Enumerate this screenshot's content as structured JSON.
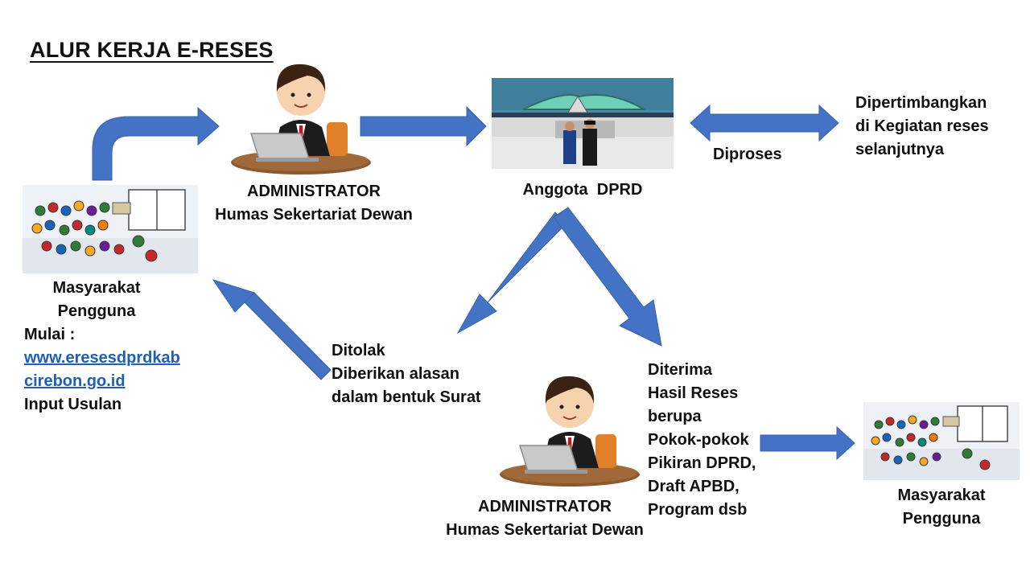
{
  "title": "ALUR KERJA E-RESES",
  "colors": {
    "arrow": "#4472c4",
    "link": "#1f5fb8"
  },
  "masyarakat_left": {
    "label_1": "Masyarakat",
    "label_2": "Pengguna",
    "mulai": "Mulai :",
    "url_1": "www.eresesdprdkab",
    "url_2": "cirebon.go.id",
    "input": "Input Usulan"
  },
  "admin_top": {
    "role": "ADMINISTRATOR",
    "unit": "Humas Sekertariat Dewan"
  },
  "dprd": {
    "label": "Anggota  DPRD"
  },
  "diproses": "Diproses",
  "dipertimbangkan": {
    "line_1": "Dipertimbangkan",
    "line_2": "di Kegiatan reses",
    "line_3": "selanjutnya"
  },
  "ditolak": {
    "line_1": "Ditolak",
    "line_2": "Diberikan alasan",
    "line_3": "dalam bentuk Surat"
  },
  "diterima": {
    "line_1": "Diterima",
    "line_2": "Hasil Reses",
    "line_3": "berupa",
    "line_4": "Pokok-pokok",
    "line_5": "Pikiran DPRD,",
    "line_6": "Draft APBD,",
    "line_7": "Program dsb"
  },
  "admin_bottom": {
    "role": "ADMINISTRATOR",
    "unit": "Humas Sekertariat Dewan"
  },
  "masyarakat_right": {
    "label_1": "Masyarakat",
    "label_2": "Pengguna"
  }
}
